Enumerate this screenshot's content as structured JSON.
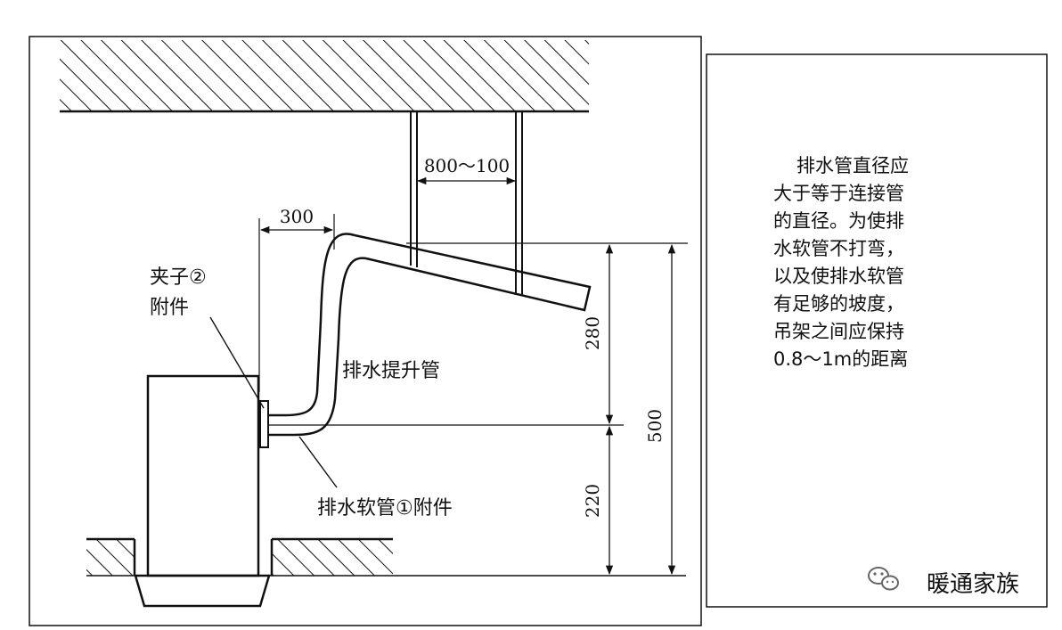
{
  "labels": {
    "clamp": "夹子②",
    "clamp_attachment": "附件",
    "drain_lift_pipe": "排水提升管",
    "drain_hose": "排水软管①附件"
  },
  "dimensions": {
    "hanger_spacing": "800～100",
    "horizontal_offset": "300",
    "upper_height": "280",
    "lower_height": "220",
    "total_height": "500"
  },
  "note": {
    "lines": [
      "排水管直径应",
      "大于等于连接管",
      "的直径。为使排",
      "水软管不打弯，",
      "以及使排水软管",
      "有足够的坡度，",
      "吊架之间应保持",
      "0.8～1m的距离"
    ]
  },
  "watermark": {
    "text": "暖通家族"
  },
  "colors": {
    "line": "#111111",
    "background": "#ffffff"
  }
}
